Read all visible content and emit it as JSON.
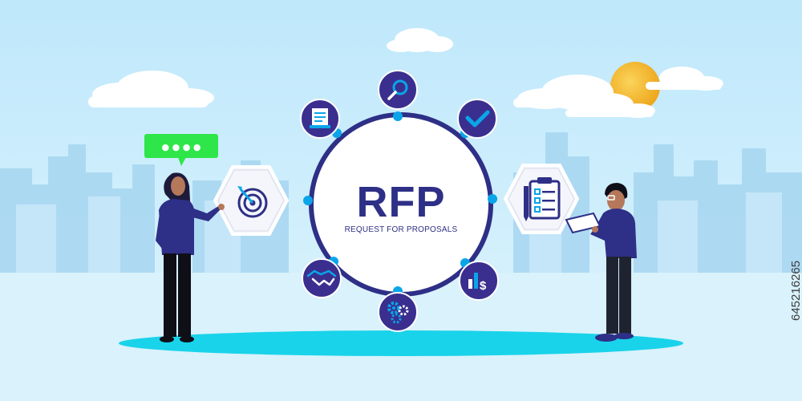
{
  "infographic": {
    "title": "RFP",
    "subtitle": "REQUEST FOR PROPOSALS"
  },
  "stock_id": "645216265",
  "speech_bubble_dots": "● ● ● ●",
  "colors": {
    "sky": "#c9ecfb",
    "ring": "#2e2f86",
    "node": "#3a2f8f",
    "accent": "#0aa5e8",
    "speech_bubble": "#2ee64a",
    "ground": "#19d3ea",
    "sun": "#f3b22b"
  },
  "icons": [
    "document-icon",
    "search-icon",
    "checkmark-icon",
    "chart-dollar-icon",
    "gears-icon",
    "handshake-icon",
    "target-icon",
    "checklist-icon"
  ]
}
